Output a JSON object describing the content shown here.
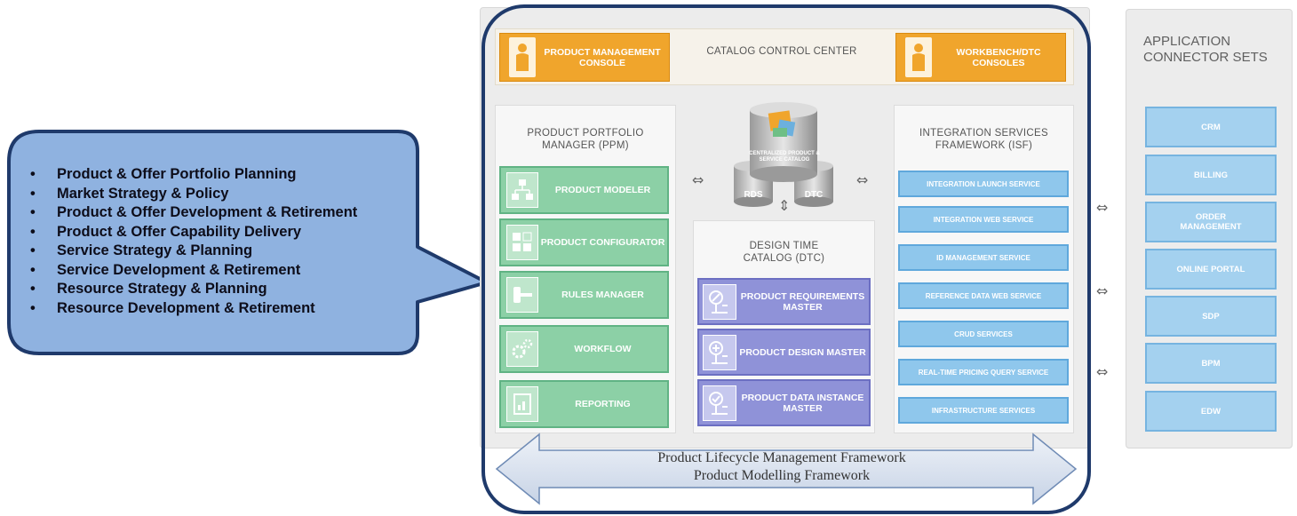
{
  "callout": {
    "items": [
      "Product & Offer Portfolio Planning",
      "Market Strategy & Policy",
      "Product & Offer Development & Retirement",
      "Product & Offer Capability Delivery",
      "Service Strategy & Planning",
      "Service Development & Retirement",
      "Resource Strategy & Planning",
      "Resource Development & Retirement"
    ],
    "fill": "#8fb2e0",
    "border": "#1f3a6b"
  },
  "catalog": {
    "pm_console": "PRODUCT MANAGEMENT CONSOLE",
    "title": "CATALOG CONTROL CENTER",
    "workbench_console": "WORKBENCH/DTC CONSOLES"
  },
  "ppm": {
    "title": "PRODUCT PORTFOLIO MANAGER (PPM)",
    "items": [
      {
        "label": "PRODUCT MODELER",
        "icon": "hierarchy-icon"
      },
      {
        "label": "PRODUCT CONFIGURATOR",
        "icon": "grid-icon"
      },
      {
        "label": "RULES MANAGER",
        "icon": "gavel-icon"
      },
      {
        "label": "WORKFLOW",
        "icon": "gears-icon"
      },
      {
        "label": "REPORTING",
        "icon": "report-icon"
      }
    ]
  },
  "database": {
    "main": "CENTRALIZED PRODUCT & SERVICE CATALOG",
    "left": "RDS",
    "right": "DTC"
  },
  "dtc": {
    "title": "DESIGN TIME CATALOG (DTC)",
    "items": [
      {
        "label": "PRODUCT REQUIREMENTS MASTER",
        "icon": "edit-icon"
      },
      {
        "label": "PRODUCT DESIGN MASTER",
        "icon": "add-icon"
      },
      {
        "label": "PRODUCT DATA INSTANCE MASTER",
        "icon": "check-icon"
      }
    ]
  },
  "isf": {
    "title": "INTEGRATION SERVICES FRAMEWORK (ISF)",
    "items": [
      "INTEGRATION LAUNCH SERVICE",
      "INTEGRATION WEB SERVICE",
      "ID MANAGEMENT SERVICE",
      "REFERENCE DATA WEB SERVICE",
      "CRUD SERVICES",
      "REAL-TIME PRICING QUERY SERVICE",
      "INFRASTRUCTURE SERVICES"
    ]
  },
  "app": {
    "title": "APPLICATION CONNECTOR SETS",
    "items": [
      "CRM",
      "BILLING",
      "ORDER MANAGEMENT",
      "ONLINE PORTAL",
      "SDP",
      "BPM",
      "EDW"
    ]
  },
  "frameworks": {
    "line1": "Product Lifecycle Management Framework",
    "line2": "Product Modelling Framework"
  },
  "icons": {
    "double_arrow": "double-arrow-icon"
  },
  "colors": {
    "orange": "#f0a52c",
    "green": "#8cd0a6",
    "purple": "#8f92d8",
    "blue": "#8fc7ec",
    "outline": "#1f3a6b"
  }
}
